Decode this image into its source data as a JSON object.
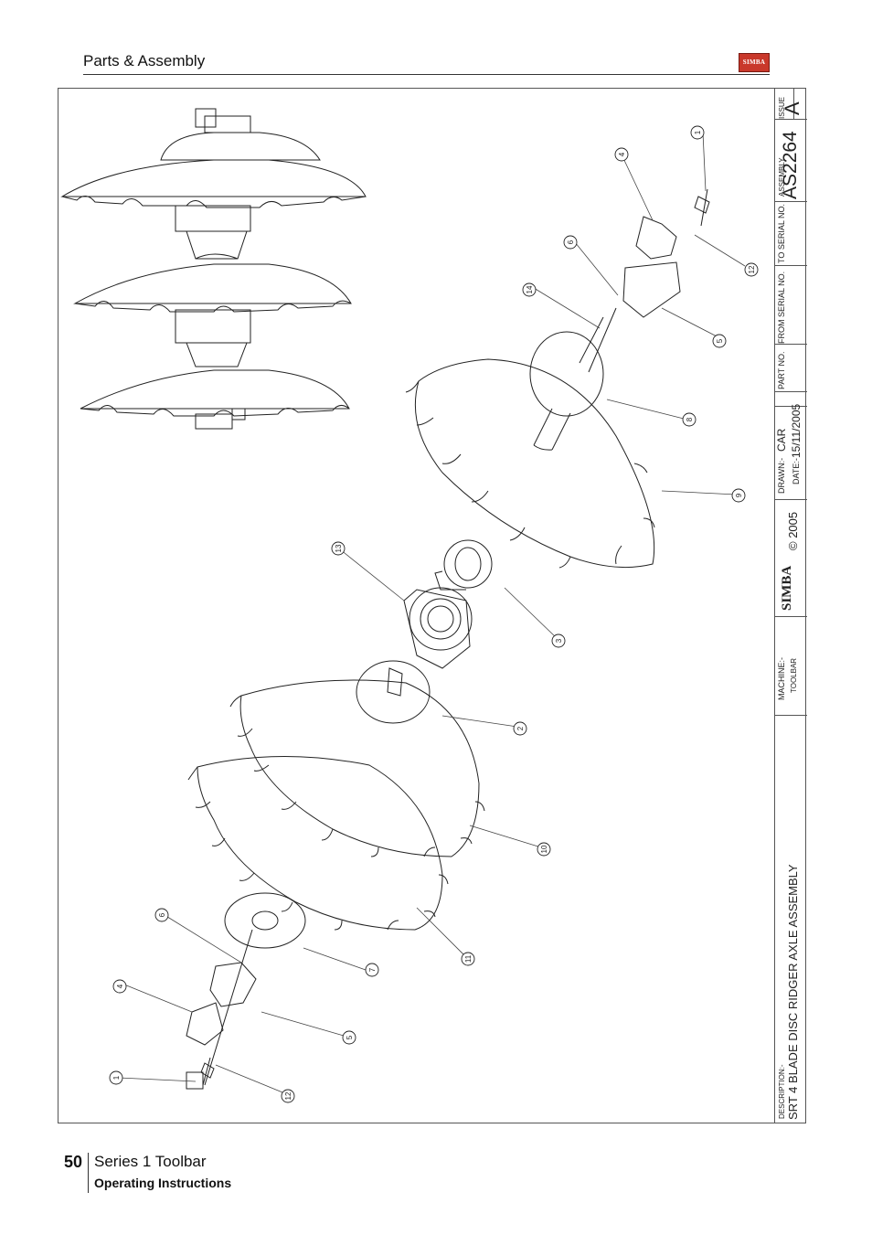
{
  "header": {
    "title": "Parts & Assembly",
    "logo_text": "SIMBA"
  },
  "title_block": {
    "issue_label": "ISSUE",
    "issue_value": "A",
    "assembly_label": "ASSEMBLY",
    "assembly_value": "AS2264",
    "to_serial_label": "TO SERIAL NO.",
    "from_serial_label": "FROM SERIAL NO.",
    "part_no_label": "PART NO.",
    "drawn_label": "DRAWN:-",
    "drawn_value": "CAR",
    "date_label": "DATE:-",
    "date_value": "15/11/2005",
    "copyright": "© 2005",
    "logo_text": "SIMBA",
    "machine_label": "MACHINE:-",
    "machine_value": "TOOLBAR",
    "description_label": "DESCRIPTION:-",
    "description_value": "SRT 4 BLADE DISC RIDGER AXLE ASSEMBLY"
  },
  "balloons": [
    "1",
    "4",
    "6",
    "12",
    "14",
    "5",
    "8",
    "9",
    "13",
    "3",
    "2",
    "10",
    "11",
    "7",
    "6",
    "4",
    "5",
    "1",
    "12"
  ],
  "footer": {
    "page_number": "50",
    "series": "Series 1 Toolbar",
    "subtitle": "Operating Instructions"
  },
  "colors": {
    "line": "#222222",
    "logo": "#c9382b"
  }
}
